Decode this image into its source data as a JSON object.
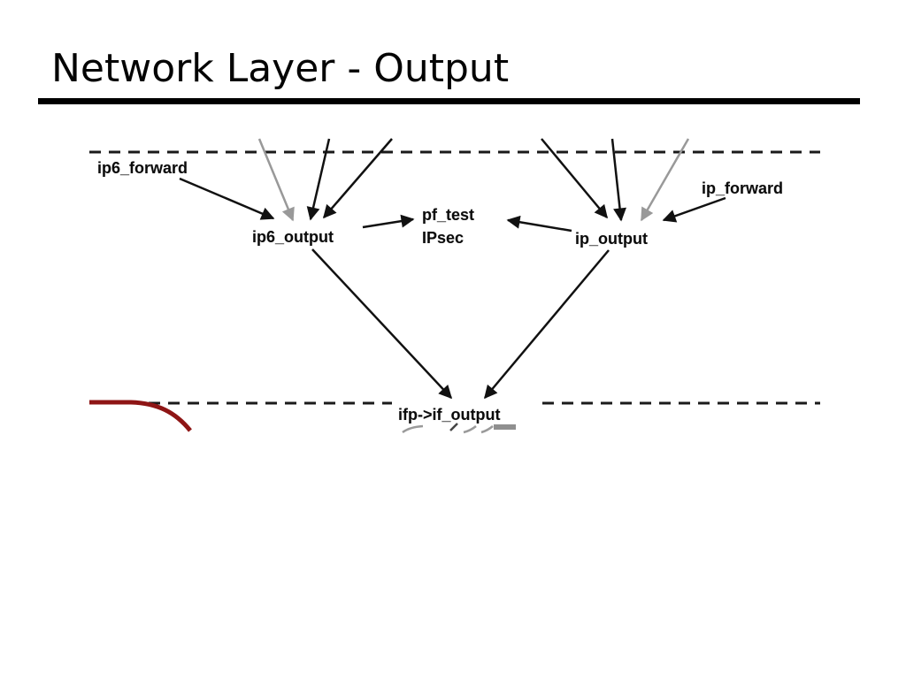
{
  "slide": {
    "title": "Network Layer - Output"
  },
  "diagram": {
    "nodes": {
      "ip6_forward": {
        "label": "ip6_forward"
      },
      "ip_forward": {
        "label": "ip_forward"
      },
      "ip6_output": {
        "label": "ip6_output"
      },
      "ip_output": {
        "label": "ip_output"
      },
      "pf_test": {
        "line1": "pf_test",
        "line2": "IPsec"
      },
      "if_output": {
        "label": "ifp->if_output"
      }
    },
    "edges": [
      {
        "from": "upper-layer",
        "to": "ip6_output",
        "style": "gray"
      },
      {
        "from": "upper-layer",
        "to": "ip6_output",
        "style": "black"
      },
      {
        "from": "upper-layer",
        "to": "ip6_output",
        "style": "black"
      },
      {
        "from": "ip6_forward",
        "to": "ip6_output",
        "style": "black"
      },
      {
        "from": "ip6_output",
        "to": "pf_test/IPsec",
        "style": "black"
      },
      {
        "from": "upper-layer",
        "to": "ip_output",
        "style": "black"
      },
      {
        "from": "upper-layer",
        "to": "ip_output",
        "style": "black"
      },
      {
        "from": "upper-layer",
        "to": "ip_output",
        "style": "gray"
      },
      {
        "from": "ip_forward",
        "to": "ip_output",
        "style": "black"
      },
      {
        "from": "ip_output",
        "to": "pf_test/IPsec",
        "style": "black"
      },
      {
        "from": "ip6_output",
        "to": "ifp->if_output",
        "style": "black"
      },
      {
        "from": "ip_output",
        "to": "ifp->if_output",
        "style": "black"
      }
    ],
    "colors": {
      "arrow_black": "#111111",
      "arrow_gray": "#999999",
      "annotation_red": "#8e1515"
    }
  }
}
